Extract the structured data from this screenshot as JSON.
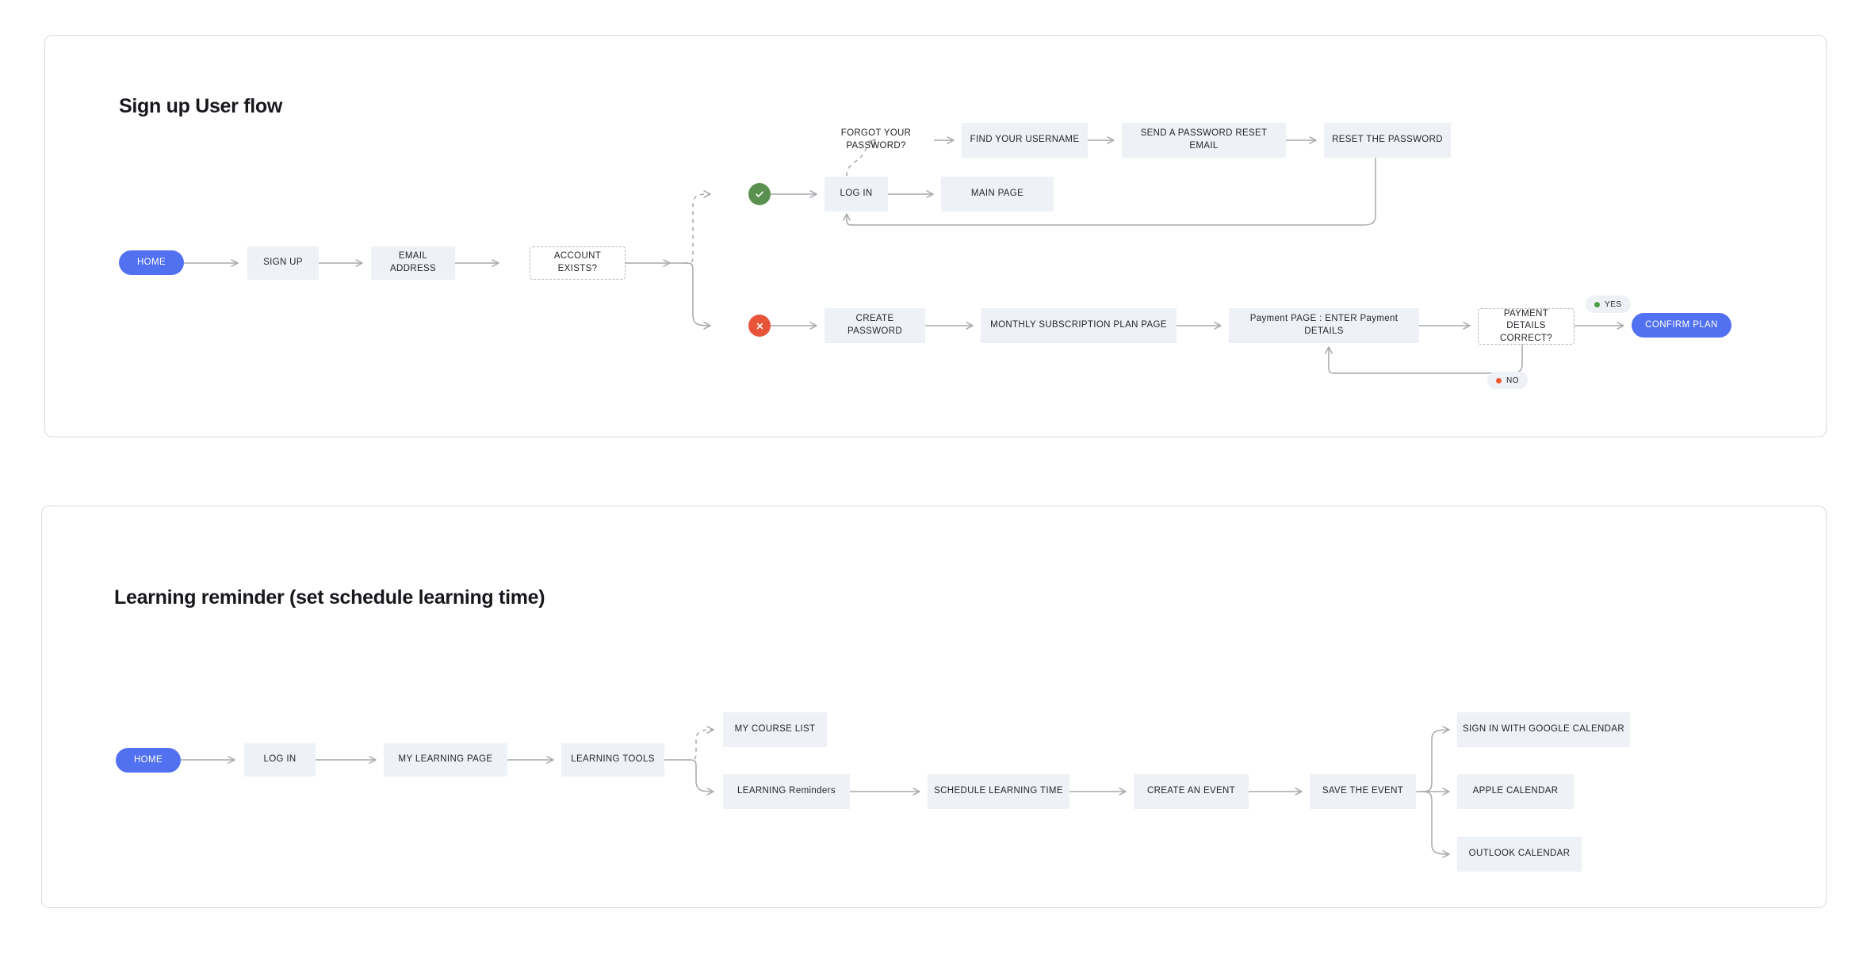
{
  "sections": [
    {
      "id": "signup",
      "title": "Sign up User flow",
      "nodes": {
        "home": "HOME",
        "sign_up": "SIGN UP",
        "email_address": "EMAIL ADDRESS",
        "account_exists": "ACCOUNT EXISTS?",
        "log_in": "LOG IN",
        "main_page": "MAIN PAGE",
        "forgot_password": "FORGOT YOUR PASSWORD?",
        "find_username": "FIND YOUR USERNAME",
        "send_reset_email": "SEND A PASSWORD RESET EMAIL",
        "reset_password": "RESET THE PASSWORD",
        "create_password": "CREATE PASSWORD",
        "subscription_plan": "MONTHLY SUBSCRIPTION PLAN PAGE",
        "payment_page": "Payment PAGE : ENTER Payment DETAILS",
        "payment_correct": "PAYMENT DETAILS CORRECT?",
        "confirm_plan": "CONFIRM PLAN"
      },
      "badges": {
        "yes": "YES",
        "no": "NO"
      }
    },
    {
      "id": "learning",
      "title": "Learning reminder (set schedule learning time)",
      "nodes": {
        "home": "HOME",
        "log_in": "LOG IN",
        "my_learning_page": "MY LEARNING PAGE",
        "learning_tools": "LEARNING TOOLS",
        "my_course_list": "MY COURSE LIST",
        "learning_reminders": "LEARNING Reminders",
        "schedule_learning_time": "SCHEDULE LEARNING TIME",
        "create_an_event": "CREATE AN EVENT",
        "save_the_event": "SAVE THE EVENT",
        "google_calendar": "SIGN IN WITH GOOGLE CALENDAR",
        "apple_calendar": "APPLE CALENDAR",
        "outlook_calendar": "OUTLOOK CALENDAR"
      }
    }
  ],
  "colors": {
    "accent_blue": "#5271f0",
    "node_fill": "#eef1f5",
    "success_green": "#5a9150",
    "error_red": "#e8543a",
    "wire": "#a7a9ad",
    "frame_border": "#dcdcdc"
  }
}
